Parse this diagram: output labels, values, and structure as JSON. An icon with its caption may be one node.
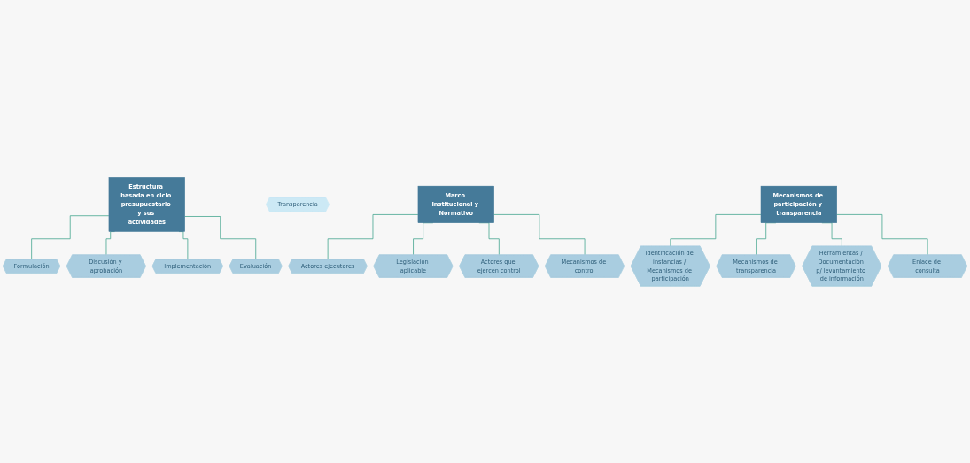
{
  "diagram": {
    "nodes": [
      {
        "text": [
          "Estructura basada en ciclo presupuestario y sus actividades"
        ]
      },
      {
        "text": [
          "Formulación"
        ]
      },
      {
        "text": [
          "Discusión y aprobación"
        ]
      },
      {
        "text": [
          "Implementación"
        ]
      },
      {
        "text": [
          "Evaluación"
        ]
      },
      {
        "text": [
          "Transparencia"
        ]
      },
      {
        "text": [
          "Marco Institucional y Normativo"
        ]
      },
      {
        "text": [
          "Actores ejecutores"
        ]
      },
      {
        "text": [
          "Legislación aplicable"
        ]
      },
      {
        "text": [
          "Actores que ejercen control"
        ]
      },
      {
        "text": [
          "Mecanismos de control"
        ]
      },
      {
        "text": [
          "Mecanismos de participación y transparencia"
        ]
      },
      {
        "text": [
          "Identificación de instancias / Mecanismos de participación"
        ]
      },
      {
        "text": [
          "Mecanismos de transparencia"
        ]
      },
      {
        "text": [
          "Herramientas / Documentación p/ levantamiento de información"
        ]
      },
      {
        "text": [
          "Enlace de consulta"
        ]
      }
    ],
    "edges": [
      {
        "from": 0,
        "to": 1,
        "arrow": "none"
      },
      {
        "from": 0,
        "to": 2,
        "arrow": "none"
      },
      {
        "from": 0,
        "to": 3,
        "arrow": "none"
      },
      {
        "from": 0,
        "to": 4,
        "arrow": "none"
      },
      {
        "from": 6,
        "to": 7,
        "arrow": "none"
      },
      {
        "from": 6,
        "to": 8,
        "arrow": "none"
      },
      {
        "from": 6,
        "to": 9,
        "arrow": "none"
      },
      {
        "from": 6,
        "to": 10,
        "arrow": "none"
      },
      {
        "from": 11,
        "to": 12,
        "arrow": "none"
      },
      {
        "from": 11,
        "to": 13,
        "arrow": "none"
      },
      {
        "from": 11,
        "to": 14,
        "arrow": "none"
      },
      {
        "from": 11,
        "to": 15,
        "arrow": "none"
      }
    ]
  }
}
